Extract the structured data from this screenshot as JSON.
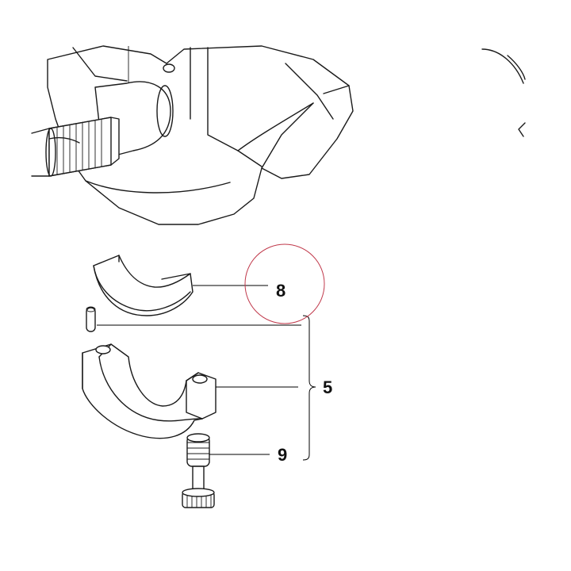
{
  "callouts": {
    "bearing_shell": "8",
    "connecting_rod_cap": "5",
    "bolt": "9"
  },
  "colors": {
    "highlight_circle": "#c0394b",
    "ink": "#1a1a1a"
  }
}
